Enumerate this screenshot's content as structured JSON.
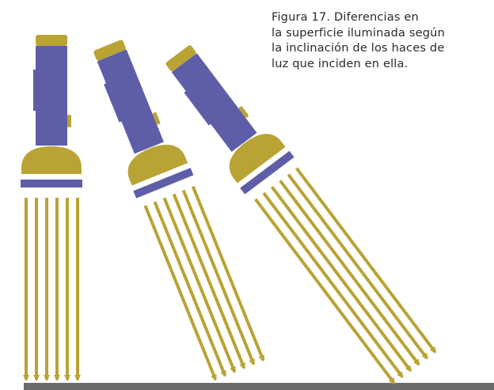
{
  "caption": {
    "lines": [
      "Figura 17. Diferencias en",
      "la superficie iluminada según",
      "la inclinación de los haces de",
      "luz que inciden en ella."
    ]
  },
  "colors": {
    "flashlight_body": "#5e5ea8",
    "flashlight_accent": "#b9a335",
    "light_rays": "#b9a335",
    "ground": "#6b6b6b",
    "caption_text": "#2a2a2a"
  },
  "diagram": {
    "flashlights": [
      {
        "name": "flashlight-vertical",
        "tilt": "vertical",
        "ray_count": 6
      },
      {
        "name": "flashlight-medium-tilt",
        "tilt": "medium",
        "ray_count": 6
      },
      {
        "name": "flashlight-strong-tilt",
        "tilt": "strong",
        "ray_count": 6
      }
    ],
    "surface": "illuminated-surface"
  }
}
